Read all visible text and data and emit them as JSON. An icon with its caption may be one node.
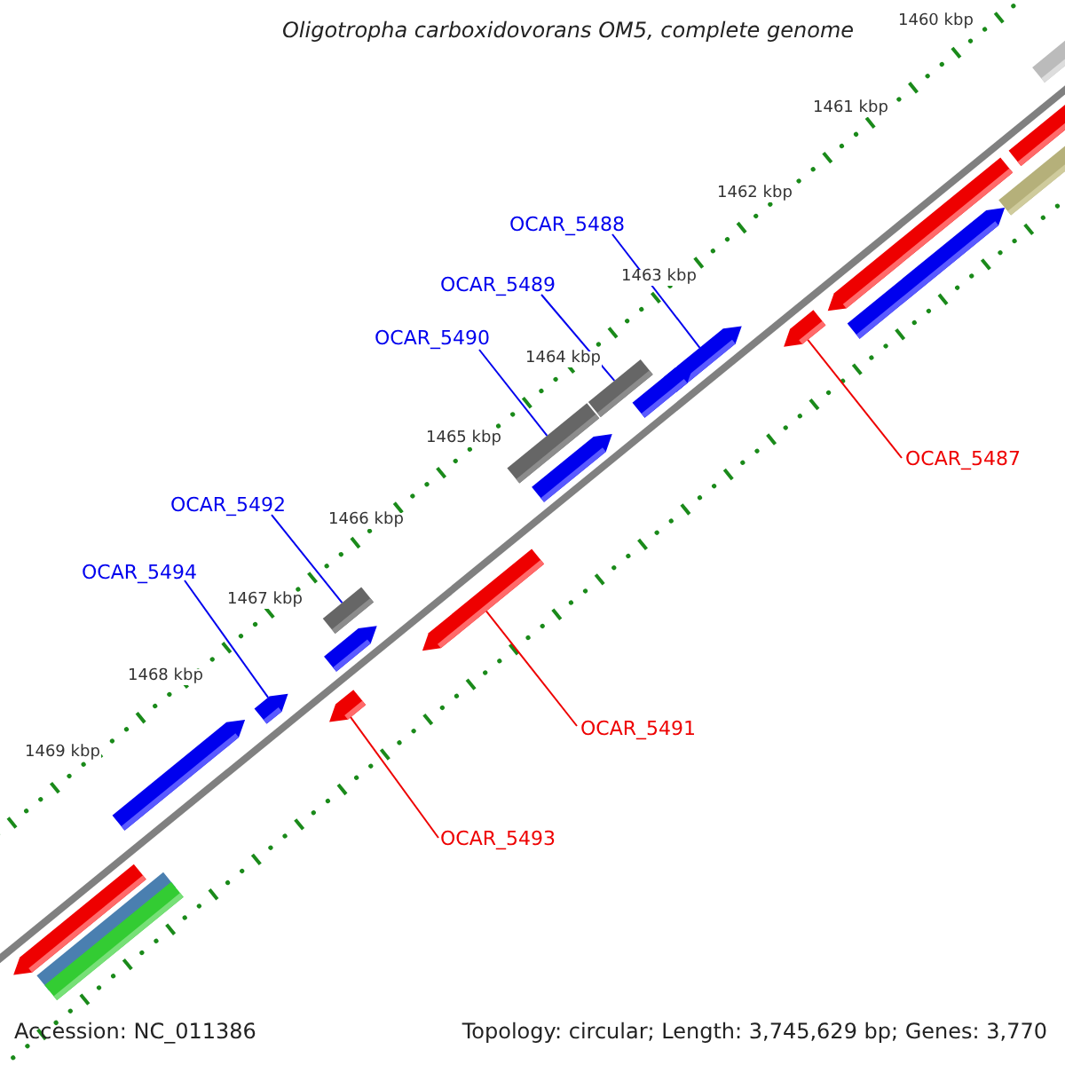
{
  "diagram": {
    "title": "Oligotropha carboxidovorans OM5, complete genome",
    "nodes": [
      {
        "text": [
          "OCAR_5488"
        ]
      },
      {
        "text": [
          "OCAR_5489"
        ]
      },
      {
        "text": [
          "OCAR_5490"
        ]
      },
      {
        "text": [
          "OCAR_5487"
        ]
      },
      {
        "text": [
          "OCAR_5492"
        ]
      },
      {
        "text": [
          "OCAR_5494"
        ]
      },
      {
        "text": [
          "OCAR_5491"
        ]
      },
      {
        "text": [
          "OCAR_5493"
        ]
      },
      {
        "text": [],
        "shape": "arrow"
      },
      {
        "text": [],
        "shape": "bar"
      },
      {
        "text": [],
        "shape": "bar"
      },
      {
        "text": [],
        "shape": "arrow"
      },
      {
        "text": [],
        "shape": "bar"
      },
      {
        "text": [],
        "shape": "arrow"
      },
      {
        "text": [],
        "shape": "arrow"
      },
      {
        "text": [],
        "shape": "arrow"
      },
      {
        "text": [],
        "shape": "arrow"
      },
      {
        "text": [],
        "shape": "bar"
      },
      {
        "text": [],
        "shape": "bar"
      },
      {
        "text": [],
        "shape": "arrow"
      },
      {
        "text": [],
        "shape": "arrow"
      },
      {
        "text": [],
        "shape": "arrow"
      },
      {
        "text": [],
        "shape": "arrow"
      },
      {
        "text": [],
        "shape": "arrow"
      },
      {
        "text": [],
        "shape": "arrow"
      },
      {
        "text": [],
        "shape": "bar"
      },
      {
        "text": [],
        "shape": "arrow"
      },
      {
        "text": [],
        "shape": "bar"
      }
    ],
    "edges": [
      {
        "from": 0,
        "to": 8,
        "arrow": "none"
      },
      {
        "from": 1,
        "to": 9,
        "arrow": "none"
      },
      {
        "from": 2,
        "to": 10,
        "arrow": "none"
      },
      {
        "from": 3,
        "to": 11,
        "arrow": "none",
        "color": "#ee0000"
      },
      {
        "from": 4,
        "to": 12,
        "arrow": "none"
      },
      {
        "from": 5,
        "to": 13,
        "arrow": "none"
      },
      {
        "from": 6,
        "to": 14,
        "arrow": "none",
        "color": "#ee0000"
      },
      {
        "from": 7,
        "to": 15,
        "arrow": "none",
        "color": "#ee0000"
      }
    ],
    "labels": [
      "1460 kbp",
      "1461 kbp",
      "1462 kbp",
      "1463 kbp",
      "1464 kbp",
      "1465 kbp",
      "1466 kbp",
      "1467 kbp",
      "1468 kbp",
      "1469 kbp",
      "Accession: NC_011386",
      "Topology: circular; Length: 3,745,629 bp; Genes: 3,770"
    ]
  }
}
